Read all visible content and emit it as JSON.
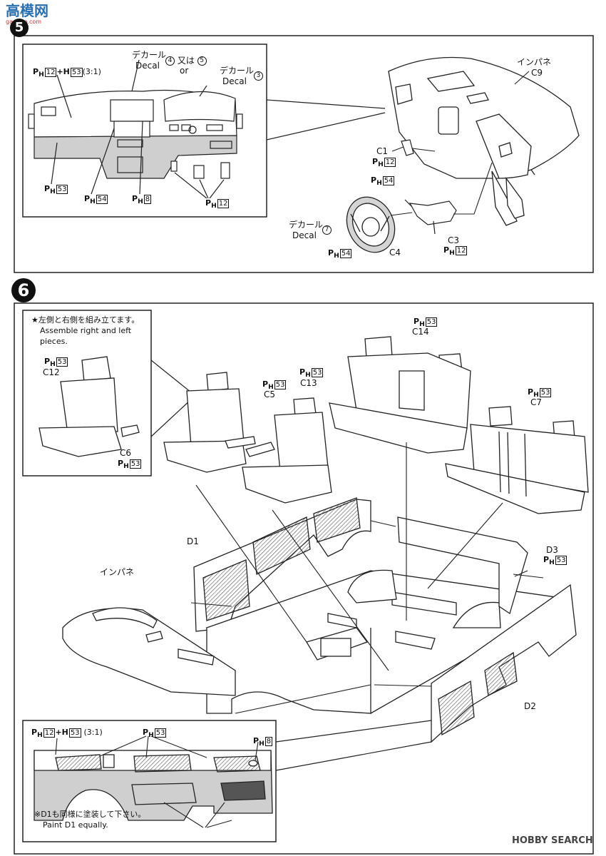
{
  "watermark": {
    "logo_text": "高模网",
    "sub": "gao-mo.com"
  },
  "step5": {
    "number": "5",
    "inset": {
      "paint_top_left": {
        "p": "PH",
        "a": "12",
        "plus": "+H",
        "b": "53",
        "ratio": "(3:1)"
      },
      "decal_45_jp": "デカール",
      "decal_45_en": "Decal",
      "decal_45_n1": "4",
      "decal_45_or_jp": "又は",
      "decal_45_or_en": "or",
      "decal_45_n2": "5",
      "decal_3_jp": "デカール",
      "decal_3_en": "Decal",
      "decal_3_n": "3",
      "ph53": "53",
      "ph54": "54",
      "ph8": "8",
      "ph12": "12"
    },
    "main": {
      "inpane_jp": "インパネ",
      "c9": "C9",
      "c1": "C1",
      "c1_ph": "12",
      "ph54_top": "54",
      "decal_jp": "デカール",
      "decal_en": "Decal",
      "decal_n": "7",
      "ph54_bottom": "54",
      "c4": "C4",
      "c3": "C3",
      "c3_ph": "12"
    }
  },
  "step6": {
    "number": "6",
    "inset": {
      "note_jp": "★左側と右側を組み立てます。",
      "note_en_1": "Assemble right and left",
      "note_en_2": "pieces.",
      "c12_ph": "53",
      "c12": "C12",
      "c6": "C6",
      "c6_ph": "53"
    },
    "parts": {
      "c5_ph": "53",
      "c5": "C5",
      "c13_ph": "53",
      "c13": "C13",
      "c14_ph": "53",
      "c14": "C14",
      "c7_ph": "53",
      "c7": "C7",
      "d1": "D1",
      "d3": "D3",
      "d3_ph": "53",
      "d2": "D2",
      "inpane_jp": "インパネ"
    },
    "bottom_inset": {
      "paint_left": {
        "a": "12",
        "b": "53",
        "ratio": "(3:1)"
      },
      "ph53": "53",
      "ph8": "8",
      "note_jp": "※D1も同様に塗装して下さい。",
      "note_en": "Paint D1 equally."
    }
  },
  "footer": {
    "brand": "HOBBY SEARCH"
  }
}
